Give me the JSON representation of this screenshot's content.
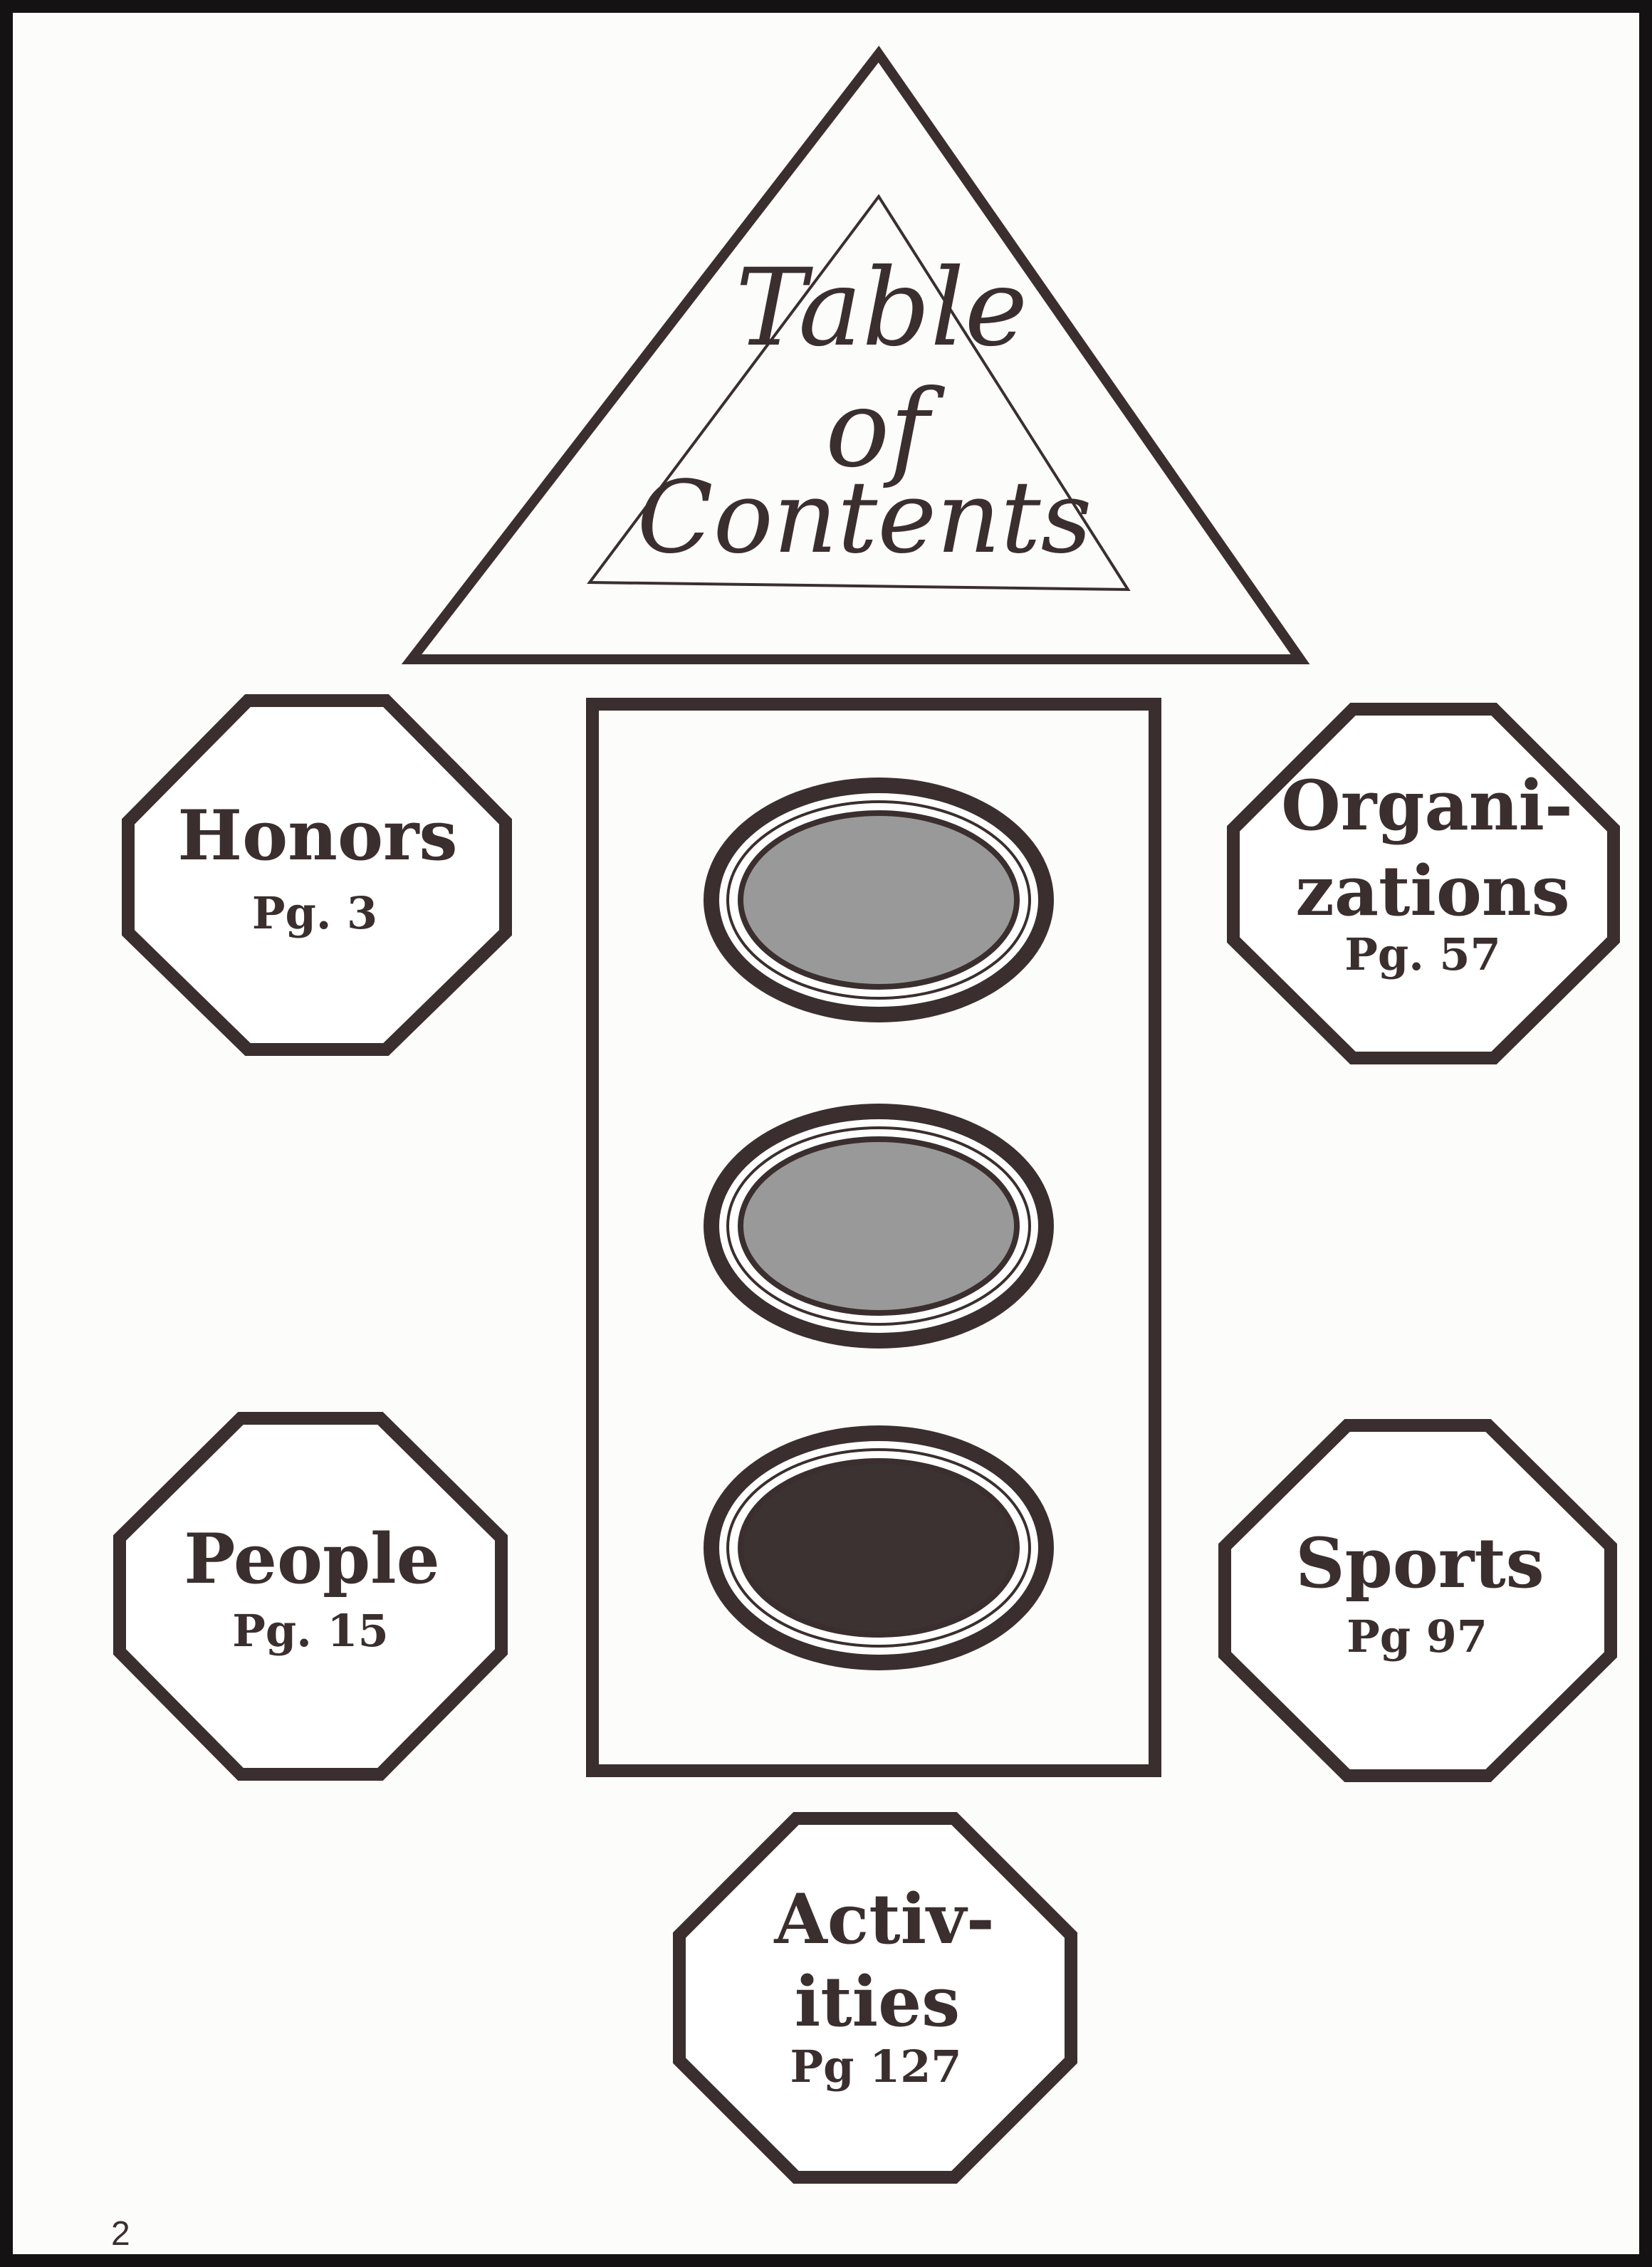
{
  "title": {
    "line1": "Table",
    "line2": "of",
    "line3": "Contents"
  },
  "sections": {
    "honors": {
      "name": "Honors",
      "page": "Pg. 3"
    },
    "organizations": {
      "name_line1": "Organi-",
      "name_line2": "zations",
      "page": "Pg. 57"
    },
    "people": {
      "name": "People",
      "page": "Pg. 15"
    },
    "sports": {
      "name": "Sports",
      "page": "Pg 97"
    },
    "activities": {
      "name_line1": "Activ-",
      "name_line2": "ities",
      "page": "Pg 127"
    }
  },
  "page_number": "2",
  "colors": {
    "ink": "#3a2f2e",
    "light_gray": "#999999",
    "dark": "#3c3232"
  }
}
